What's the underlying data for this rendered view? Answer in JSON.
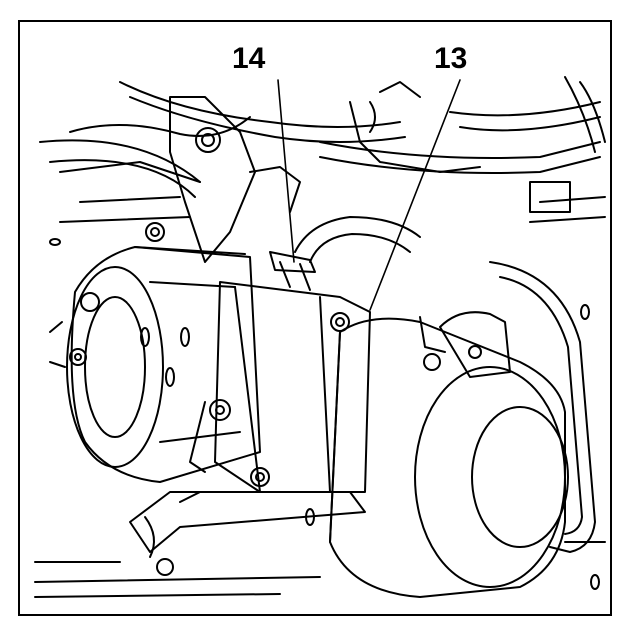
{
  "figure": {
    "callouts": [
      {
        "id": "14",
        "text": "14"
      },
      {
        "id": "13",
        "text": "13"
      }
    ]
  }
}
